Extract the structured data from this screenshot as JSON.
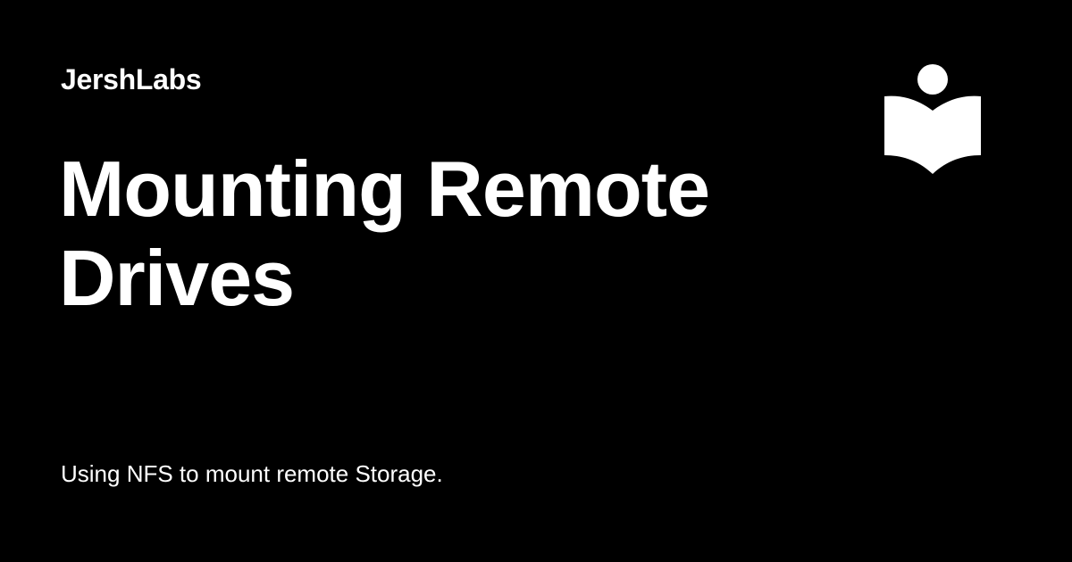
{
  "site": {
    "name": "JershLabs",
    "logo_icon": "reader-book-icon"
  },
  "article": {
    "title": "Mounting Remote Drives",
    "description": "Using NFS to mount remote Storage."
  },
  "colors": {
    "background": "#000000",
    "text": "#ffffff"
  }
}
